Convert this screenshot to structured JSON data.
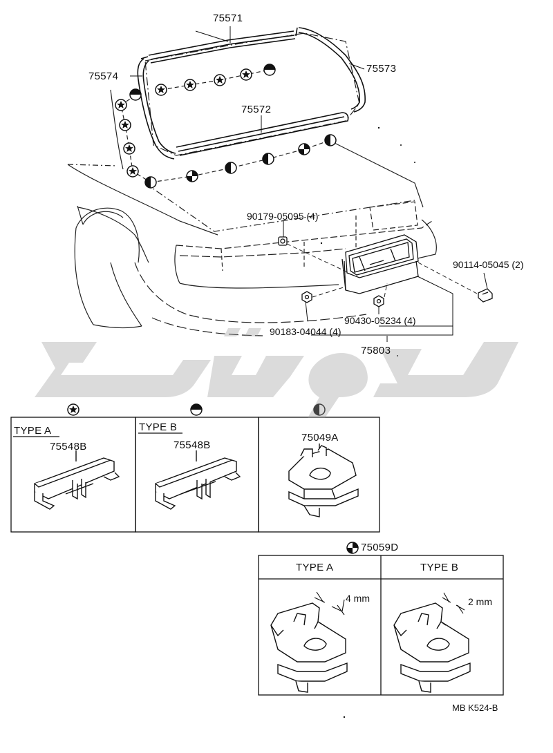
{
  "parts": {
    "p75571": "75571",
    "p75573": "75573",
    "p75574": "75574",
    "p75572": "75572",
    "p90179": "90179-05095 (4)",
    "p90114": "90114-05045 (2)",
    "p90430": "90430-05234 (4)",
    "p90183": "90183-04044 (4)",
    "p75803": "75803"
  },
  "clip_boxes": {
    "type_a_label": "TYPE A",
    "type_a_part": "75548B",
    "type_b_label": "TYPE B",
    "type_b_part": "75548B",
    "clip3_part": "75049A"
  },
  "clip_d": {
    "part": "75059D",
    "type_a_label": "TYPE A",
    "type_b_label": "TYPE B",
    "dim_a": "4 mm",
    "dim_b": "2 mm"
  },
  "footer": {
    "code": "MB K524-B"
  },
  "icons": {
    "star_clip": "star-clip-icon",
    "half_top_clip": "half-top-clip-icon",
    "half_left_clip": "half-left-clip-icon",
    "quarter_clip": "quarter-clip-icon"
  },
  "colors": {
    "line": "#111111",
    "watermark": "#9a9a9a"
  }
}
